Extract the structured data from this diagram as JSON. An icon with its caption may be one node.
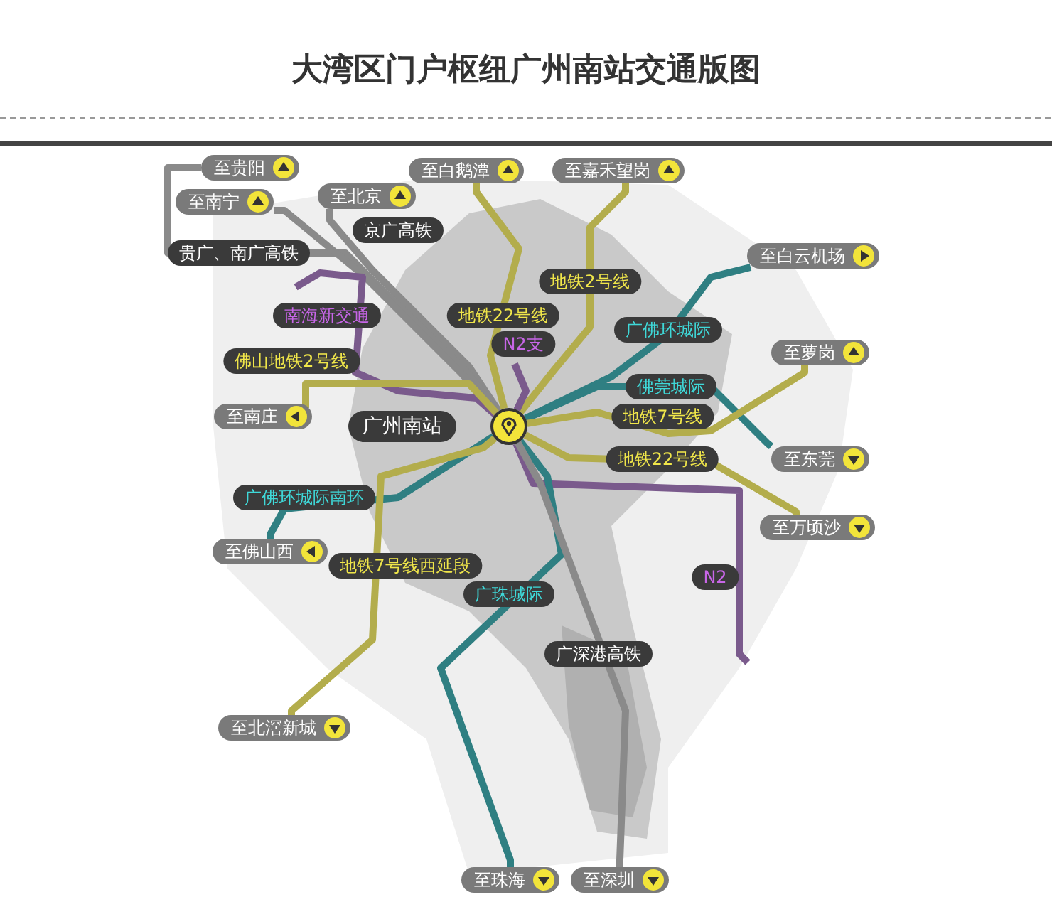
{
  "diagram": {
    "title": "大湾区门户枢纽广州南站交通版图",
    "nodes": [
      {
        "text": [],
        "shape": "circle",
        "beside": [
          "广州南站"
        ]
      },
      {
        "text": [
          "至贵阳"
        ]
      },
      {
        "text": [
          "至南宁"
        ]
      },
      {
        "text": [
          "至北京"
        ]
      },
      {
        "text": [
          "至白鹅潭"
        ]
      },
      {
        "text": [
          "至嘉禾望岗"
        ]
      },
      {
        "text": [
          "至白云机场"
        ]
      },
      {
        "text": [
          "至南庄"
        ]
      },
      {
        "text": [
          "至萝岗"
        ]
      },
      {
        "text": [
          "至东莞"
        ]
      },
      {
        "text": [
          "至万顷沙"
        ]
      },
      {
        "text": [
          "至佛山西"
        ]
      },
      {
        "text": [
          "至北滘新城"
        ]
      },
      {
        "text": [
          "至珠海"
        ]
      },
      {
        "text": [
          "至深圳"
        ]
      }
    ],
    "edges": [
      {
        "from": 0,
        "to": 3,
        "arrow": "none",
        "label": "京广高铁",
        "color": "#8a8a8a"
      },
      {
        "from": 0,
        "to": 1,
        "arrow": "none",
        "label": "贵广、南广高铁",
        "color": "#8a8a8a"
      },
      {
        "from": 0,
        "to": 2,
        "arrow": "none",
        "color": "#8a8a8a"
      },
      {
        "from": 0,
        "to": 4,
        "arrow": "none",
        "label": "地铁22号线"
      },
      {
        "from": 0,
        "to": 5,
        "arrow": "none",
        "label": "地铁2号线"
      },
      {
        "from": 0,
        "to": 6,
        "arrow": "none",
        "label": "广佛环城际",
        "color": "#2f7f82"
      },
      {
        "from": 0,
        "to": null,
        "arrow": "none",
        "label": "N2支",
        "color": "#7a5a8c"
      },
      {
        "from": 0,
        "to": null,
        "arrow": "none",
        "label": "南海新交通",
        "color": "#7a5a8c"
      },
      {
        "from": 0,
        "to": 7,
        "arrow": "none",
        "label": "佛山地铁2号线"
      },
      {
        "from": 0,
        "to": 9,
        "arrow": "none",
        "label": "佛莞城际",
        "color": "#2f7f82"
      },
      {
        "from": 0,
        "to": 8,
        "arrow": "none",
        "label": "地铁7号线"
      },
      {
        "from": 0,
        "to": 10,
        "arrow": "none",
        "label": "地铁22号线"
      },
      {
        "from": 0,
        "to": 11,
        "arrow": "none",
        "label": "广佛环城际南环",
        "color": "#2f7f82"
      },
      {
        "from": 0,
        "to": null,
        "arrow": "none",
        "label": "N2",
        "color": "#7a5a8c"
      },
      {
        "from": 0,
        "to": 12,
        "arrow": "none",
        "label": "地铁7号线西延段"
      },
      {
        "from": 0,
        "to": 13,
        "arrow": "none",
        "label": "广珠城际",
        "color": "#2f7f82"
      },
      {
        "from": 0,
        "to": 14,
        "arrow": "none",
        "label": "广深港高铁",
        "color": "#8a8a8a"
      }
    ]
  }
}
